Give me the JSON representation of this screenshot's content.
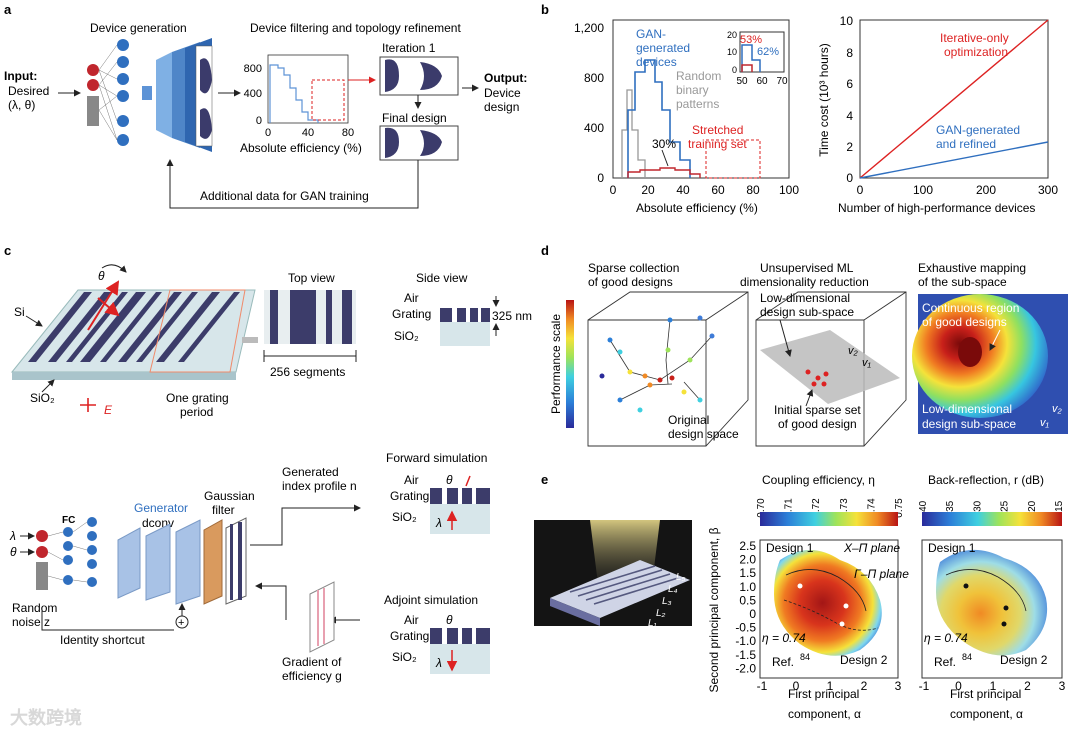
{
  "panel_a": {
    "label": "a",
    "device_generation": "Device generation",
    "filtering_title": "Device filtering and topology refinement",
    "input_title": "Input:",
    "input_line1": "Desired",
    "input_line2": "(λ, θ)",
    "output_title": "Output:",
    "output_line1": "Device",
    "output_line2": "design",
    "iteration": "Iteration 1",
    "final_design": "Final design",
    "hist_yticks": [
      "800",
      "400",
      "0"
    ],
    "hist_xticks": [
      "0",
      "40",
      "80"
    ],
    "hist_xlabel": "Absolute efficiency (%)",
    "feedback": "Additional data for GAN training"
  },
  "panel_b": {
    "label": "b",
    "left": {
      "yticks": [
        "1,200",
        "800",
        "400",
        "0"
      ],
      "xticks": [
        "0",
        "20",
        "40",
        "60",
        "80",
        "100"
      ],
      "xlabel": "Absolute efficiency (%)",
      "gan_label": [
        "GAN-",
        "generated",
        "devices"
      ],
      "random_label": [
        "Random",
        "binary",
        "patterns"
      ],
      "stretched_label": [
        "Stretched",
        "training set"
      ],
      "pct30": "30%",
      "inset_pct53": "53%",
      "inset_pct62": "62%",
      "inset_yticks": [
        "20",
        "10",
        "0"
      ],
      "inset_xticks": [
        "50",
        "60",
        "70"
      ]
    },
    "right": {
      "yticks": [
        "10",
        "8",
        "6",
        "4",
        "2",
        "0"
      ],
      "xticks": [
        "0",
        "100",
        "200",
        "300"
      ],
      "ylabel": "Time cost (10³ hours)",
      "xlabel": "Number of high-performance devices",
      "red_label": [
        "Iterative-only",
        "optimization"
      ],
      "blue_label": [
        "GAN-generated",
        "and refined"
      ]
    }
  },
  "panel_c": {
    "label": "c",
    "theta": "θ",
    "si": "Si",
    "sio2": "SiO₂",
    "e_field": "E",
    "grating_period": [
      "One grating",
      "period"
    ],
    "top_view": "Top view",
    "side_view": "Side view",
    "segments": "256 segments",
    "air": "Air",
    "grating": "Grating",
    "height": "325 nm",
    "generated_profile": [
      "Generated",
      "index profile n"
    ],
    "forward_sim": "Forward simulation",
    "adjoint_sim": "Adjoint simulation",
    "gradient": [
      "Gradient of",
      "efficiency g"
    ],
    "lambda_in": "λ",
    "theta_in": "θ",
    "fc": "FC",
    "generator": "Generator",
    "dconv": "dconv",
    "gaussian": [
      "Gaussian",
      "filter"
    ],
    "random_noise": [
      "Random",
      "noise z"
    ],
    "identity": "Identity shortcut",
    "plus": "+"
  },
  "panel_d": {
    "label": "d",
    "col1_title": [
      "Sparse collection",
      "of good designs"
    ],
    "col2_title": [
      "Unsupervised ML",
      "dimensionality reduction"
    ],
    "col3_title": [
      "Exhaustive mapping",
      "of the sub-space"
    ],
    "perf_scale": "Performance scale",
    "original_space": [
      "Original",
      "design space"
    ],
    "low_dim": [
      "Low-dimensional",
      "design sub-space"
    ],
    "initial_sparse": [
      "Initial sparse set",
      "of good design"
    ],
    "continuous_region": [
      "Continuous region",
      "of good designs"
    ],
    "low_dim2": [
      "Low-dimensional",
      "design sub-space"
    ],
    "v1": "v₁",
    "v2": "v₂"
  },
  "panel_e": {
    "label": "e",
    "coupling_title": "Coupling efficiency, η",
    "coupling_ticks": [
      "0.70",
      "0.71",
      "0.72",
      "0.73",
      "0.74",
      "0.75"
    ],
    "backref_title": "Back-reflection, r (dB)",
    "backref_ticks": [
      "-40",
      "-35",
      "-30",
      "-25",
      "-20",
      "-15"
    ],
    "ylabel": "Second principal component, β",
    "yticks": [
      "2.5",
      "2.0",
      "1.5",
      "1.0",
      "0.5",
      "0",
      "-0.5",
      "-1.0",
      "-1.5",
      "-2.0"
    ],
    "xticks": [
      "-1",
      "0",
      "1",
      "2",
      "3"
    ],
    "xlabel": [
      "First principal",
      "component, α"
    ],
    "design1": "Design 1",
    "design2": "Design 2",
    "xpi": "X–Π plane",
    "gpi": "Γ–Π plane",
    "eta": "η = 0.74",
    "ref": "Ref.",
    "ref_num": "84",
    "L_labels": [
      "L₁",
      "L₂",
      "L₃",
      "L₄",
      "L₅"
    ]
  },
  "watermark": "大数跨境"
}
